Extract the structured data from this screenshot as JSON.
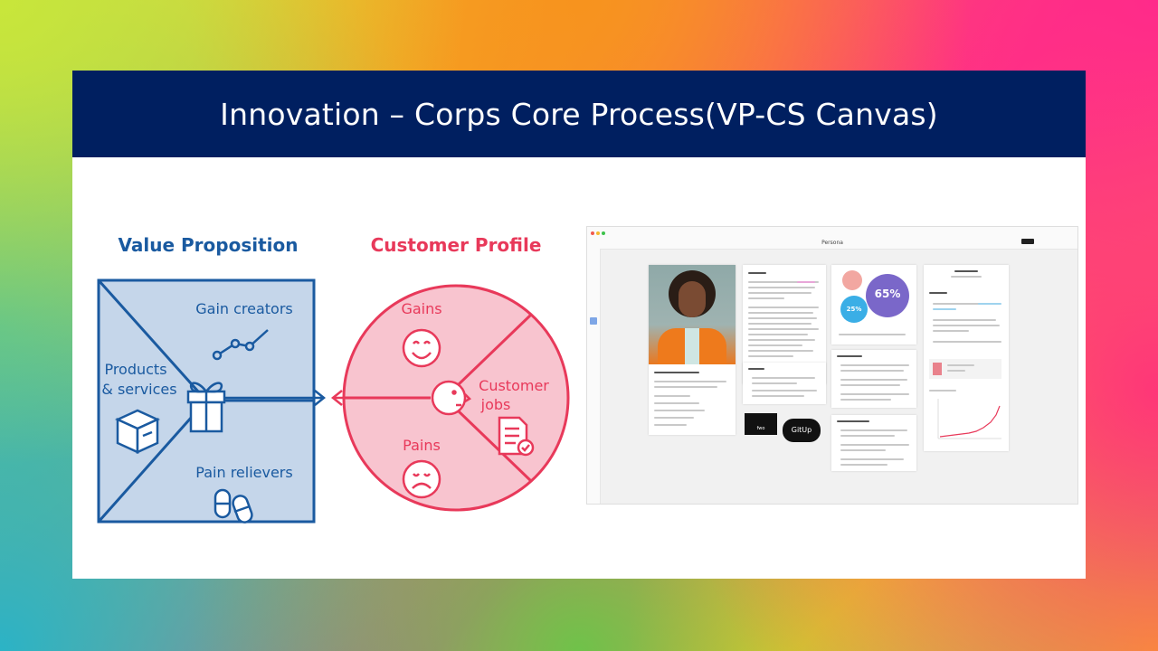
{
  "slide": {
    "title": "Innovation – Corps Core Process(VP-CS Canvas)"
  },
  "diagram": {
    "value_proposition": {
      "title": "Value Proposition",
      "gain_creators": "Gain creators",
      "products_line1": "Products",
      "products_line2": "& services",
      "pain_relievers": "Pain relievers"
    },
    "customer_profile": {
      "title": "Customer Profile",
      "gains": "Gains",
      "pains": "Pains",
      "jobs_line1": "Customer",
      "jobs_line2": "jobs"
    },
    "colors": {
      "value_blue": "#1a5aa0",
      "value_fill": "#c5d6ea",
      "profile_red": "#e8395a",
      "profile_fill": "#f8c4cf"
    }
  },
  "mockup": {
    "window_title": "Persona",
    "stat_main": "65%",
    "stat_small": "25%",
    "logo1": "fwo",
    "logo2": "GitUp"
  }
}
